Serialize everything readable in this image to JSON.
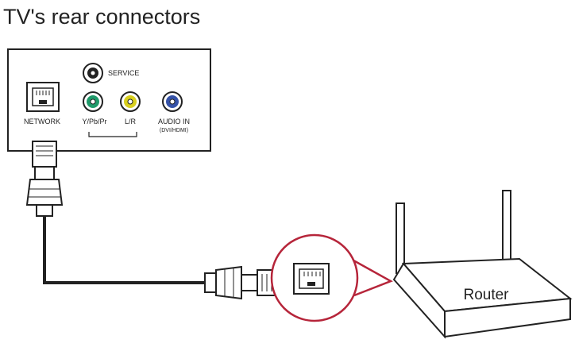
{
  "title": "TV's rear connectors",
  "tv_panel": {
    "ports": {
      "network": {
        "label": "NETWORK"
      },
      "service": {
        "label": "SERVICE"
      },
      "component_video": {
        "label": "Y/Pb/Pr"
      },
      "audio_lr": {
        "label": "L/R"
      },
      "audio_in": {
        "label": "AUDIO IN",
        "sublabel": "(DVI/HDMI)"
      }
    }
  },
  "colors": {
    "outline": "#222222",
    "port_green": "#1f9a6a",
    "port_yellow": "#d8cf1e",
    "port_blue": "#3552a8",
    "callout_circle": "#b6253a"
  },
  "router": {
    "label": "Router"
  }
}
